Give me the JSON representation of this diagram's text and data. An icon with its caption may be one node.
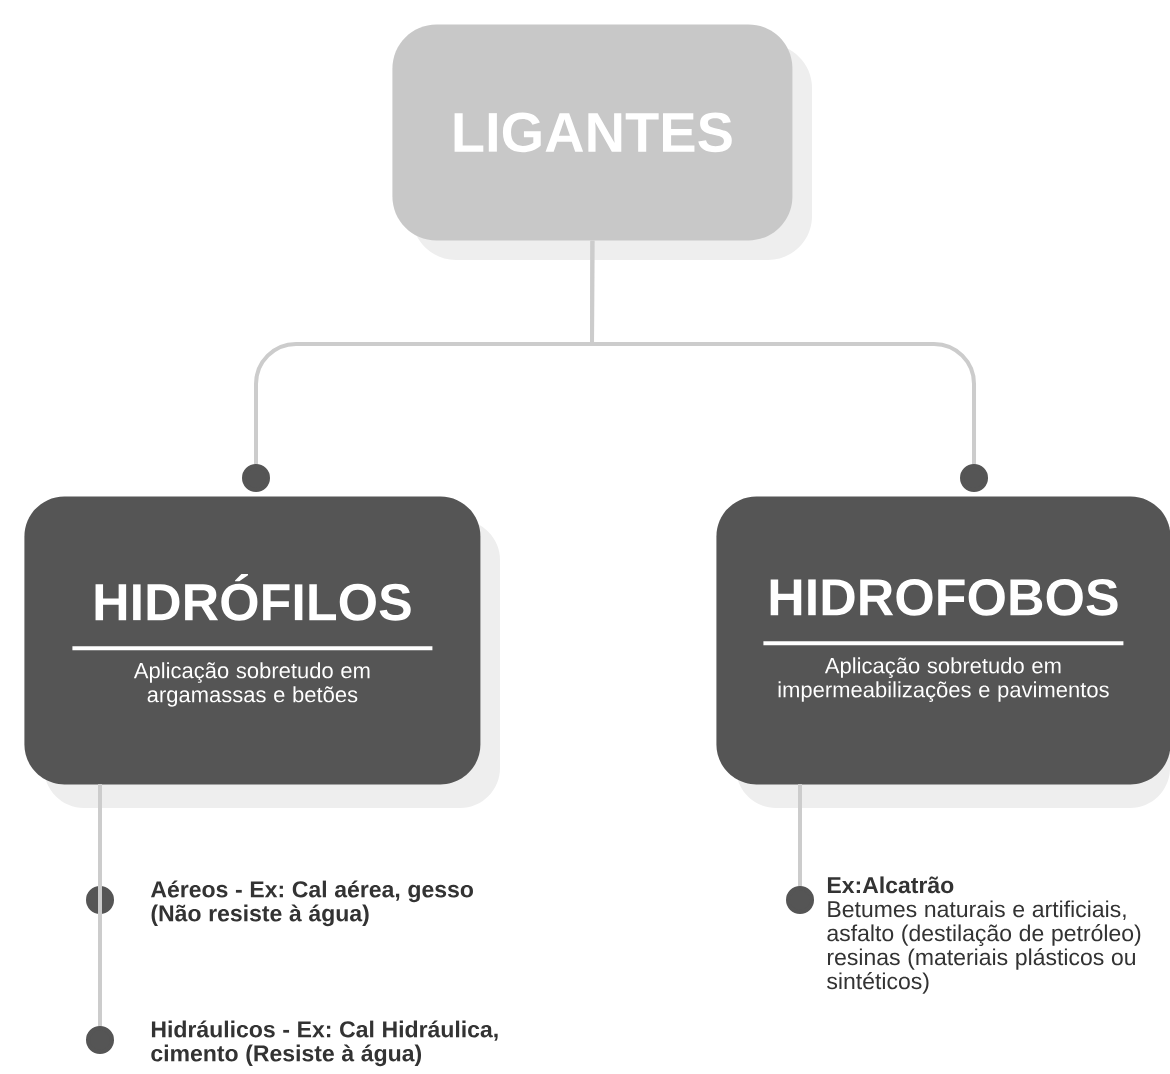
{
  "diagram": {
    "nodes": [
      {
        "text": [
          "LIGANTES"
        ]
      },
      {
        "text": [
          "HIDRÓFILOS",
          "Aplicação sobretudo em argamassas e betões"
        ]
      },
      {
        "text": [
          "HIDROFOBOS",
          "Aplicação sobretudo em impermeabilizações e pavimentos"
        ]
      },
      {
        "text": [
          "Aéreos - Ex: Cal aérea, gesso (Não resiste à água)"
        ]
      },
      {
        "text": [
          "Hidráulicos - Ex: Cal Hidráulica, cimento (Resiste à água)"
        ]
      },
      {
        "text": [
          "Ex:Alcatrão",
          "Betumes naturais e artificiais, asfalto (destilação de petróleo) resinas (materiais plásticos ou sintéticos)"
        ]
      }
    ],
    "edges": [
      {
        "from": 0,
        "to": 1,
        "arrow": "other"
      },
      {
        "from": 0,
        "to": 2,
        "arrow": "other"
      },
      {
        "from": 1,
        "to": 3,
        "arrow": "other"
      },
      {
        "from": 1,
        "to": 4,
        "arrow": "other"
      },
      {
        "from": 2,
        "to": 5,
        "arrow": "other"
      }
    ]
  }
}
